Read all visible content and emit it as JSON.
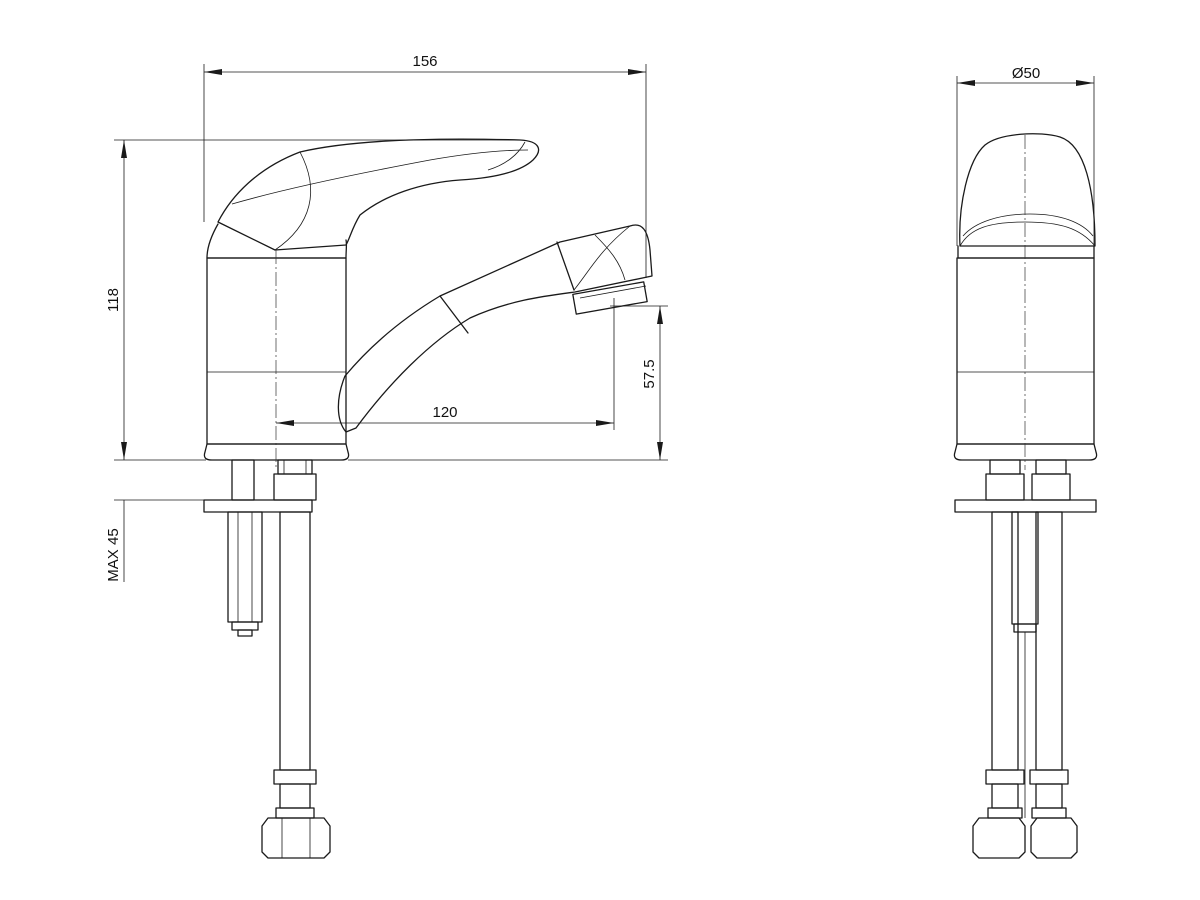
{
  "dimensions": {
    "total_length": "156",
    "total_height": "118",
    "spout_reach": "120",
    "spout_height": "57.5",
    "mount_thickness": "MAX 45",
    "body_diameter": "Ø50"
  },
  "colors": {
    "line": "#1a1a1a",
    "background": "#ffffff"
  }
}
